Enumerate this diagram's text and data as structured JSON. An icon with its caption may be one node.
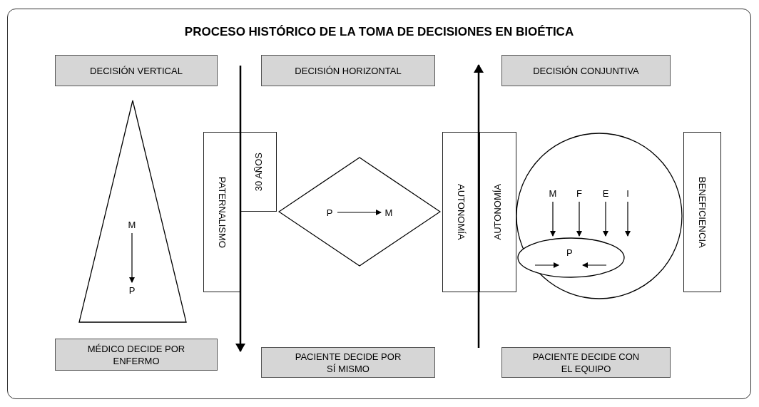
{
  "diagram": {
    "title": "PROCESO HISTÓRICO DE LA TOMA DE DECISIONES EN BIOÉTICA",
    "nodes": [
      {
        "text": [
          "DECISIÓN VERTICAL"
        ]
      },
      {
        "text": [
          "DECISIÓN HORIZONTAL"
        ]
      },
      {
        "text": [
          "DECISIÓN CONJUNTIVA"
        ]
      },
      {
        "text": [],
        "shape": "triangle"
      },
      {
        "text": [
          "M"
        ],
        "in": 3
      },
      {
        "text": [
          "P"
        ],
        "in": 3
      },
      {
        "text": [
          "PATERNALISMO"
        ]
      },
      {
        "text": [
          "30 AÑOS"
        ]
      },
      {
        "text": [],
        "shape": "diamond"
      },
      {
        "text": [
          "P"
        ],
        "in": 8
      },
      {
        "text": [
          "M"
        ],
        "in": 8
      },
      {
        "text": [
          "AUTONOMÍA"
        ]
      },
      {
        "text": [
          "AUTONOMÍA"
        ]
      },
      {
        "text": [],
        "shape": "circle"
      },
      {
        "text": [
          "M"
        ],
        "in": 13
      },
      {
        "text": [
          "F"
        ],
        "in": 13
      },
      {
        "text": [
          "E"
        ],
        "in": 13
      },
      {
        "text": [
          "I"
        ],
        "in": 13
      },
      {
        "text": [
          "P"
        ],
        "in": 13
      },
      {
        "text": [
          "BENEFICIENCIA"
        ]
      },
      {
        "text": [
          "MÉDICO DECIDE POR ENFERMO"
        ]
      },
      {
        "text": [
          "PACIENTE DECIDE POR SÍ MISMO"
        ]
      },
      {
        "text": [
          "PACIENTE DECIDE CON EL EQUIPO"
        ]
      }
    ],
    "edges": [
      {
        "from": 4,
        "to": 5,
        "arrow": "to"
      },
      {
        "from": 9,
        "to": 10,
        "arrow": "to"
      },
      {
        "from": 14,
        "to": 18,
        "arrow": "to"
      },
      {
        "from": 15,
        "to": 18,
        "arrow": "to"
      },
      {
        "from": 16,
        "to": 18,
        "arrow": "to"
      },
      {
        "from": 17,
        "to": 18,
        "arrow": "to"
      }
    ]
  }
}
